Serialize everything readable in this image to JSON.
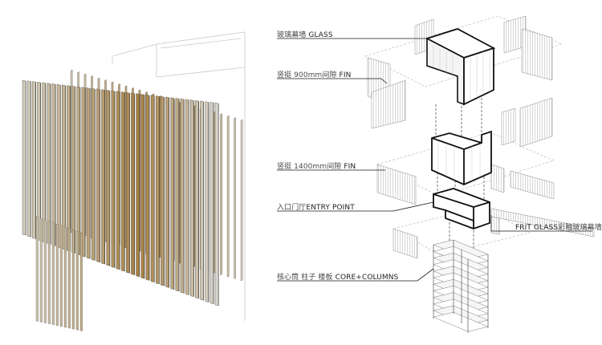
{
  "labels": [
    {
      "cn": "玻璃幕墙",
      "en": "GLASS"
    },
    {
      "cn": "竖挺 900mm间隙",
      "en": "FIN"
    },
    {
      "cn": "竖挺 1400mm间隙",
      "en": "FIN"
    },
    {
      "cn": "入口门厅",
      "en": "ENTRY POINT"
    },
    {
      "cn": "核心筒 柱子 楼板",
      "en": "CORE+COLUMNS"
    },
    {
      "cn": "彩釉玻璃幕墙",
      "en": "FRIT GLASS"
    }
  ],
  "colors": {
    "fin_light": "#d9d4c6",
    "fin_gold": "#b08a45",
    "fin_dark": "#6f6a5e",
    "line": "#2a2a2a",
    "ghost": "#c8c8c8",
    "text": "#4a4a4a"
  }
}
